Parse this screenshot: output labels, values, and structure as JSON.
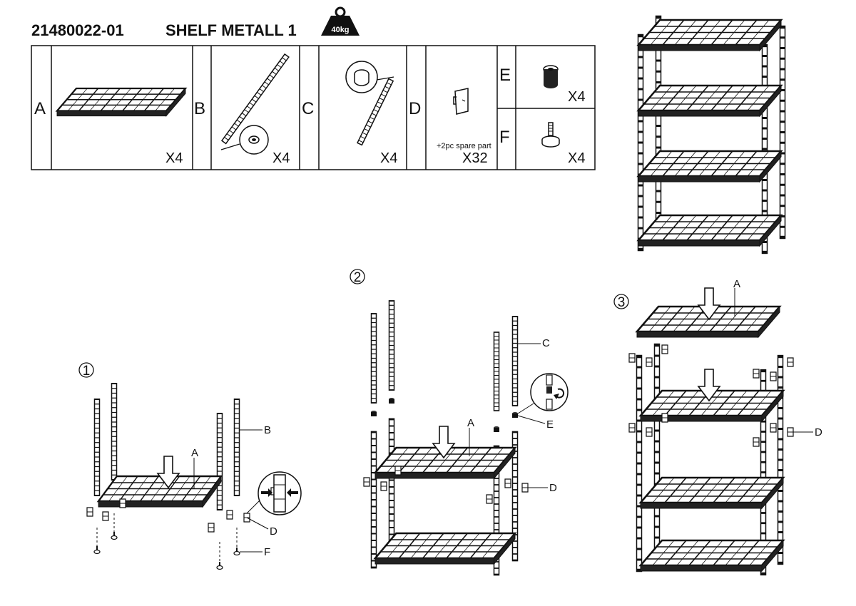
{
  "header": {
    "part_number": "21480022-01",
    "product_name": "SHELF METALL 1",
    "weight_limit": "40kg"
  },
  "parts": [
    {
      "letter": "A",
      "quantity": "X4",
      "icon": "wire-shelf-icon"
    },
    {
      "letter": "B",
      "quantity": "X4",
      "icon": "lower-pole-icon"
    },
    {
      "letter": "C",
      "quantity": "X4",
      "icon": "upper-pole-icon"
    },
    {
      "letter": "D",
      "quantity": "X32",
      "icon": "sleeve-clip-icon",
      "note": "+2pc spare part"
    },
    {
      "letter": "E",
      "quantity": "X4",
      "icon": "pole-connector-icon"
    },
    {
      "letter": "F",
      "quantity": "X4",
      "icon": "leveling-foot-icon"
    }
  ],
  "steps": [
    {
      "number": "①",
      "callouts": [
        "A",
        "B",
        "D",
        "F"
      ]
    },
    {
      "number": "②",
      "callouts": [
        "A",
        "C",
        "E",
        "D"
      ]
    },
    {
      "number": "③",
      "callouts": [
        "A",
        "D"
      ]
    }
  ]
}
